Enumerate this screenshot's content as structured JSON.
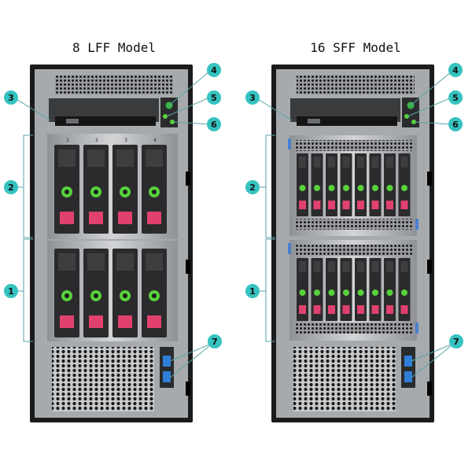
{
  "figure": {
    "models": [
      {
        "title": "8 LFF Model",
        "drive_type": "LFF",
        "drive_count": 8
      },
      {
        "title": "16 SFF Model",
        "drive_type": "SFF",
        "drive_count": 16
      }
    ],
    "callouts": [
      "1",
      "2",
      "3",
      "4",
      "5",
      "6",
      "7"
    ],
    "lff_slot_numbers": [
      "1",
      "2",
      "3",
      "4"
    ],
    "colors": {
      "chassis": "#1b1b1c",
      "bezel_metal": "#b9bcbf",
      "tray": "#2b2b2d",
      "release_button": "#e0416e",
      "led_green": "#58d23b",
      "callout": "#35c2c0",
      "usb_blue": "#2f7ed8",
      "bracket": "#5aa6a8"
    }
  }
}
